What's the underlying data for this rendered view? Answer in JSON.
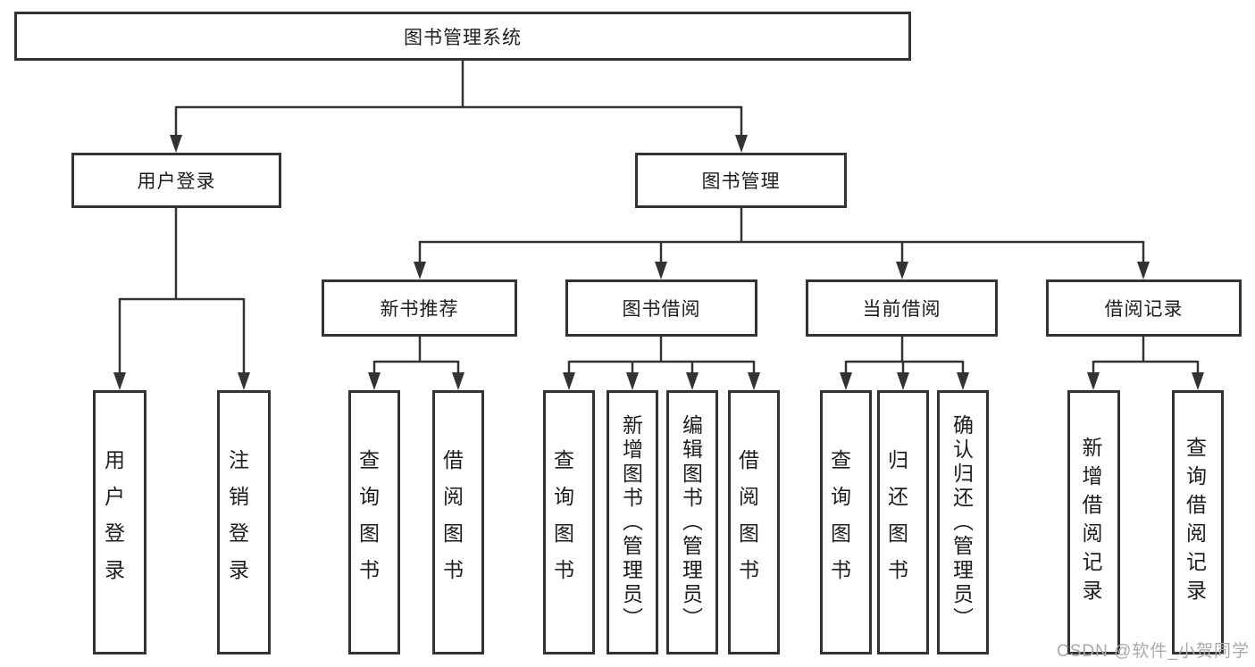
{
  "diagram": {
    "title": "图书管理系统",
    "watermark": "CSDN @软件_小贺同学",
    "colors": {
      "line": "#333333",
      "box_border": "#333333",
      "box_fill": "#ffffff",
      "text": "#1d1d1d",
      "watermark": "#a9a9a9"
    },
    "nodes": {
      "root": {
        "label": "图书管理系统"
      },
      "user_login": {
        "label": "用户登录"
      },
      "book_management": {
        "label": "图书管理"
      },
      "new_book_recommend": {
        "label": "新书推荐"
      },
      "book_borrowing": {
        "label": "图书借阅"
      },
      "current_borrowing": {
        "label": "当前借阅"
      },
      "borrowing_records": {
        "label": "借阅记录"
      },
      "leaf_user_login": {
        "label": "用户登录"
      },
      "leaf_logout": {
        "label": "注销登录"
      },
      "leaf_rec_query_books": {
        "label": "查询图书"
      },
      "leaf_rec_borrow_books": {
        "label": "借阅图书"
      },
      "leaf_bb_query_books": {
        "label": "查询图书"
      },
      "leaf_bb_add_books": {
        "label": "新增图书（管理员）"
      },
      "leaf_bb_edit_books": {
        "label": "编辑图书（管理员）"
      },
      "leaf_bb_borrow_books": {
        "label": "借阅图书"
      },
      "leaf_cb_query_books": {
        "label": "查询图书"
      },
      "leaf_cb_return_books": {
        "label": "归还图书"
      },
      "leaf_cb_confirm_return": {
        "label": "确认归还（管理员）"
      },
      "leaf_br_add_record": {
        "label": "新增借阅记录"
      },
      "leaf_br_query_record": {
        "label": "查询借阅记录"
      }
    },
    "hierarchy": {
      "root": [
        "user_login",
        "book_management"
      ],
      "user_login": [
        "leaf_user_login",
        "leaf_logout"
      ],
      "book_management": [
        "new_book_recommend",
        "book_borrowing",
        "current_borrowing",
        "borrowing_records"
      ],
      "new_book_recommend": [
        "leaf_rec_query_books",
        "leaf_rec_borrow_books"
      ],
      "book_borrowing": [
        "leaf_bb_query_books",
        "leaf_bb_add_books",
        "leaf_bb_edit_books",
        "leaf_bb_borrow_books"
      ],
      "current_borrowing": [
        "leaf_cb_query_books",
        "leaf_cb_return_books",
        "leaf_cb_confirm_return"
      ],
      "borrowing_records": [
        "leaf_br_add_record",
        "leaf_br_query_record"
      ]
    }
  }
}
